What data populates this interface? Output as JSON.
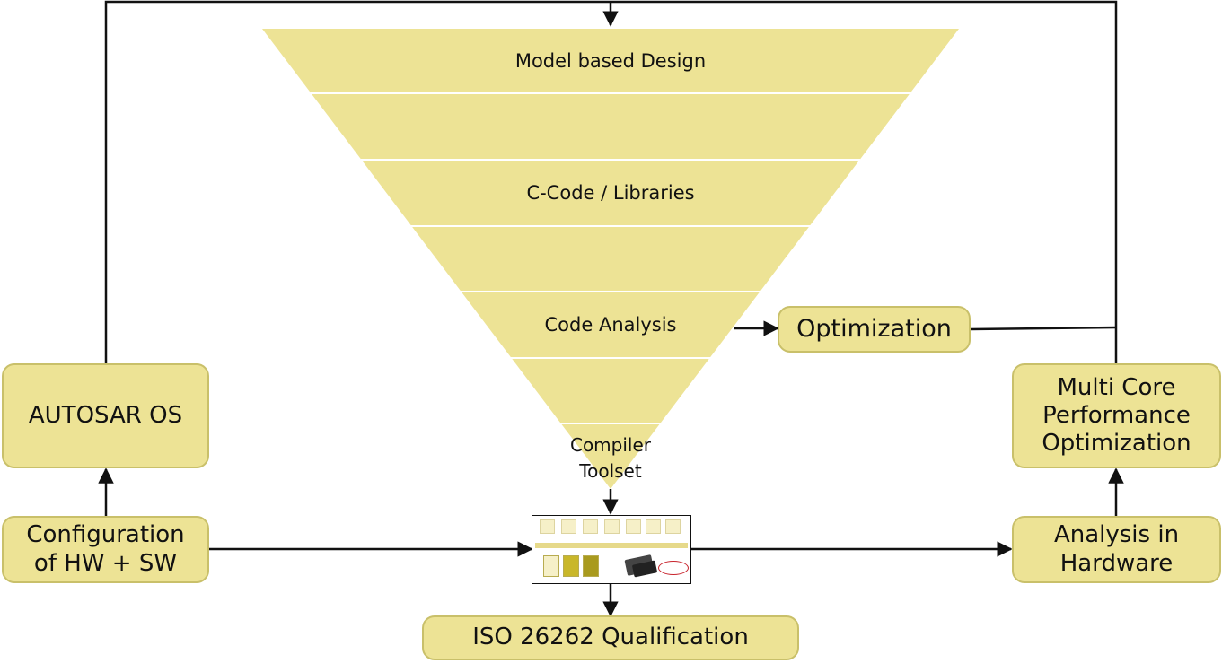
{
  "triangle": {
    "fill": "#ede395",
    "labels": {
      "model": "Model based Design",
      "ccode": "C-Code / Libraries",
      "analysis": "Code Analysis",
      "compiler": "Compiler\nToolset"
    }
  },
  "boxes": {
    "optimization": "Optimization",
    "autosar": "AUTOSAR OS",
    "multicore": "Multi Core\nPerformance\nOptimization",
    "configuration": "Configuration\nof HW + SW",
    "hardware": "Analysis in\nHardware",
    "iso": "ISO 26262 Qualification"
  },
  "colors": {
    "box_fill": "#ede395",
    "box_border": "#c9c06a",
    "line": "#111111"
  }
}
